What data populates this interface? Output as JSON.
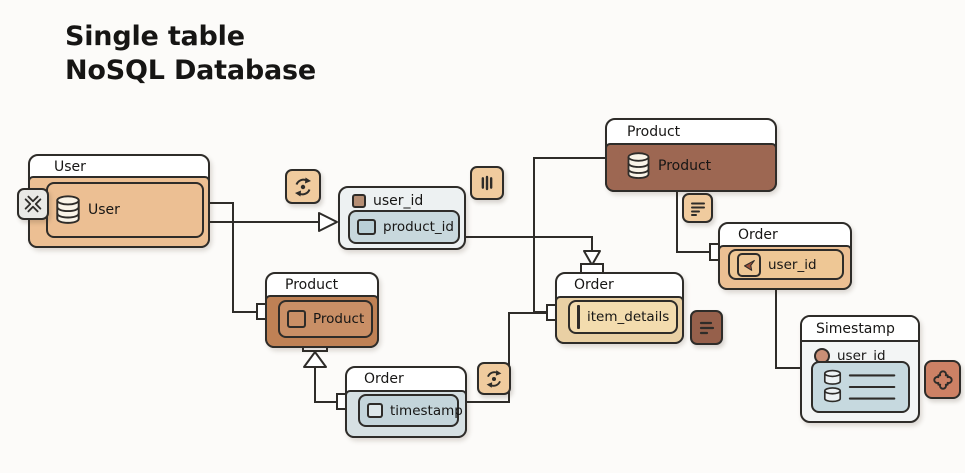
{
  "title": {
    "line1": "Single table",
    "line2": "NoSQL Database"
  },
  "nodes": {
    "user": {
      "title": "User",
      "attr": "User"
    },
    "lookup": {
      "title": "user_id",
      "attr": "product_id"
    },
    "product_mid": {
      "title": "Product",
      "attr": "Product"
    },
    "order_timestamp": {
      "title": "Order",
      "attr": "timestamp"
    },
    "order_item": {
      "title": "Order",
      "attr": "item_details"
    },
    "product_top": {
      "title": "Product",
      "attr": "Product"
    },
    "order_user": {
      "title": "Order",
      "attr": "user_id"
    },
    "simestamp": {
      "title": "Simestamp",
      "attr": "user_id"
    }
  },
  "icons": {
    "left_of_user": "collapse-arrows",
    "between_user_and_lookup": "sync-arrows",
    "right_of_lookup": "vertical-bars",
    "right_of_order_timestamp": "sync-arrows",
    "below_product_top": "document-lines",
    "right_of_order_item": "document-lines",
    "right_of_simestamp": "puzzle-piece"
  },
  "palette": {
    "bg": "#fcfbf9",
    "stroke": "#2e2c29",
    "tan": "#ecbf93",
    "tan_attr": "#eec795",
    "brown_dark": "#9d6752",
    "brown_body": "#bf8155",
    "brown_attr": "#c98f66",
    "blue": "#c4d5db",
    "blue_body": "#d6e0e3",
    "lookup_bg": "#edf1f2",
    "lookup_attr": "#c8d8dd",
    "cream": "#f3dcae",
    "cream_body": "#e9d0a4",
    "icon_tan": "#f0cb9e",
    "icon_gray": "#e9e9e6",
    "doc_brown": "#96604b",
    "salmon": "#cd8165",
    "accent_square": "#b58e74",
    "accent_circle": "#c98f76",
    "arrow_brown": "#9b4f38",
    "simestamp_bg": "#f3f5f5",
    "simestamp_attr": "#c6d9df"
  }
}
